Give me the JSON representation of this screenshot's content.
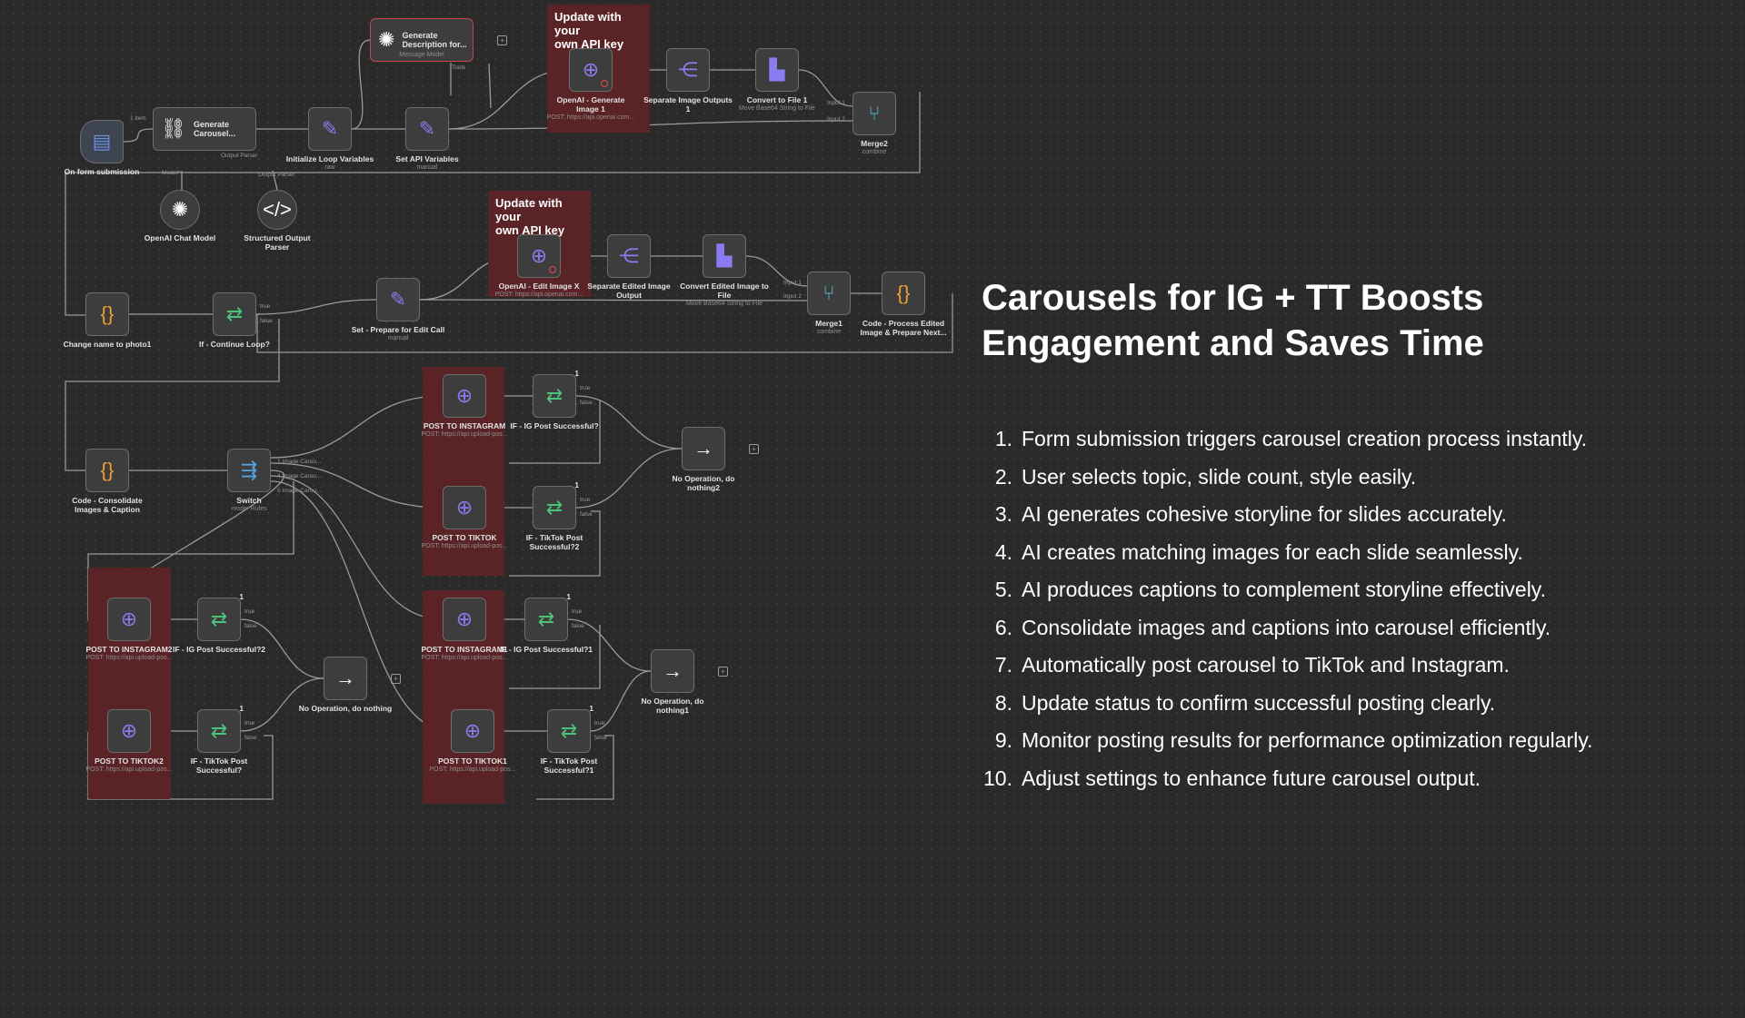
{
  "canvas": {
    "background": "#2a2a2a",
    "sticky_notes": [
      {
        "id": "s1",
        "text": "Update with your\nown API key"
      },
      {
        "id": "s2",
        "text": "Update with your\nown API key"
      },
      {
        "id": "s3",
        "text": ""
      },
      {
        "id": "s4",
        "text": ""
      },
      {
        "id": "s5",
        "text": ""
      },
      {
        "id": "s6",
        "text": ""
      }
    ],
    "nodes": [
      {
        "id": "form",
        "label": "On form submission",
        "sub": "",
        "icon": "form-icon",
        "glyph": "▤",
        "color": "#6a8ee0"
      },
      {
        "id": "gen",
        "label": "Generate\nCarousel...",
        "sub": "",
        "icon": "chain-link-icon",
        "glyph": "⛓",
        "color": "#ffffff"
      },
      {
        "id": "openai_chat",
        "label": "OpenAI Chat Model",
        "sub": "",
        "icon": "openai-icon",
        "glyph": "✺",
        "color": "#ffffff"
      },
      {
        "id": "parser",
        "label": "Structured Output\nParser",
        "sub": "",
        "icon": "code-icon",
        "glyph": "</>",
        "color": "#ffffff"
      },
      {
        "id": "init",
        "label": "Initialize Loop Variables",
        "sub": "raw",
        "icon": "pencil-icon",
        "glyph": "✎",
        "color": "#8a7cf0"
      },
      {
        "id": "desc",
        "label": "Generate\nDescription for...",
        "sub": "Message Model",
        "icon": "openai-icon",
        "glyph": "✺",
        "color": "#ffffff"
      },
      {
        "id": "setapi",
        "label": "Set API Variables",
        "sub": "manual",
        "icon": "pencil-icon",
        "glyph": "✎",
        "color": "#8a7cf0"
      },
      {
        "id": "oai_gen",
        "label": "OpenAI - Generate\nImage 1",
        "sub": "POST: https://api.openai.com...",
        "icon": "globe-icon",
        "glyph": "⊕",
        "color": "#8a7cf0"
      },
      {
        "id": "sep1",
        "label": "Separate Image Outputs\n1",
        "sub": "",
        "icon": "split-icon",
        "glyph": "⋲",
        "color": "#8a7cf0"
      },
      {
        "id": "conv1",
        "label": "Convert to File 1",
        "sub": "Move Base64 String to File",
        "icon": "file-icon",
        "glyph": "▙",
        "color": "#8a7cf0"
      },
      {
        "id": "merge2",
        "label": "Merge2",
        "sub": "combine",
        "icon": "merge-icon",
        "glyph": "⑂",
        "color": "#4fb3c8"
      },
      {
        "id": "change",
        "label": "Change name to photo1",
        "sub": "",
        "icon": "braces-icon",
        "glyph": "{}",
        "color": "#f0a030"
      },
      {
        "id": "ifcont",
        "label": "If - Continue Loop?",
        "sub": "",
        "icon": "signpost-icon",
        "glyph": "⇄",
        "color": "#4cc37a"
      },
      {
        "id": "setprep",
        "label": "Set - Prepare for Edit Call",
        "sub": "manual",
        "icon": "pencil-icon",
        "glyph": "✎",
        "color": "#8a7cf0"
      },
      {
        "id": "oai_edit",
        "label": "OpenAI - Edit Image X",
        "sub": "POST: https://api.openai.com...",
        "icon": "globe-icon",
        "glyph": "⊕",
        "color": "#8a7cf0"
      },
      {
        "id": "sep_edit",
        "label": "Separate Edited Image\nOutput",
        "sub": "",
        "icon": "split-icon",
        "glyph": "⋲",
        "color": "#8a7cf0"
      },
      {
        "id": "conv_edit",
        "label": "Convert Edited Image to\nFile",
        "sub": "Move Base64 String to File",
        "icon": "file-icon",
        "glyph": "▙",
        "color": "#8a7cf0"
      },
      {
        "id": "merge1",
        "label": "Merge1",
        "sub": "combine",
        "icon": "merge-icon",
        "glyph": "⑂",
        "color": "#4fb3c8"
      },
      {
        "id": "code_proc",
        "label": "Code - Process Edited\nImage & Prepare Next...",
        "sub": "",
        "icon": "braces-icon",
        "glyph": "{}",
        "color": "#f0a030"
      },
      {
        "id": "code_cons",
        "label": "Code - Consolidate\nImages & Caption",
        "sub": "",
        "icon": "braces-icon",
        "glyph": "{}",
        "color": "#f0a030"
      },
      {
        "id": "switch",
        "label": "Switch",
        "sub": "mode: Rules",
        "icon": "switch-icon",
        "glyph": "⇶",
        "color": "#4fa3e0"
      },
      {
        "id": "post_ig",
        "label": "POST TO INSTAGRAM",
        "sub": "POST: https://api.upload-pos...",
        "icon": "globe-icon",
        "glyph": "⊕",
        "color": "#8a7cf0"
      },
      {
        "id": "if_ig",
        "label": "IF - IG Post Successful?",
        "sub": "",
        "icon": "signpost-icon",
        "glyph": "⇄",
        "color": "#4cc37a",
        "badge": "1"
      },
      {
        "id": "post_tt",
        "label": "POST TO TIKTOK",
        "sub": "POST: https://api.upload-pos...",
        "icon": "globe-icon",
        "glyph": "⊕",
        "color": "#8a7cf0"
      },
      {
        "id": "if_tt2",
        "label": "IF - TikTok Post\nSuccessful?2",
        "sub": "",
        "icon": "signpost-icon",
        "glyph": "⇄",
        "color": "#4cc37a",
        "badge": "1"
      },
      {
        "id": "noop2",
        "label": "No Operation, do\nnothing2",
        "sub": "",
        "icon": "arrow-right-icon",
        "glyph": "→",
        "color": "#ffffff"
      },
      {
        "id": "post_ig2",
        "label": "POST TO INSTAGRAM2",
        "sub": "POST: https://api.upload-pos...",
        "icon": "globe-icon",
        "glyph": "⊕",
        "color": "#8a7cf0"
      },
      {
        "id": "if_ig2",
        "label": "IF - IG Post Successful?2",
        "sub": "",
        "icon": "signpost-icon",
        "glyph": "⇄",
        "color": "#4cc37a",
        "badge": "1"
      },
      {
        "id": "noop",
        "label": "No Operation, do nothing",
        "sub": "",
        "icon": "arrow-right-icon",
        "glyph": "→",
        "color": "#ffffff"
      },
      {
        "id": "post_tt2",
        "label": "POST TO TIKTOK2",
        "sub": "POST: https://api.upload-pos...",
        "icon": "globe-icon",
        "glyph": "⊕",
        "color": "#8a7cf0"
      },
      {
        "id": "if_tt",
        "label": "IF - TikTok Post\nSuccessful?",
        "sub": "",
        "icon": "signpost-icon",
        "glyph": "⇄",
        "color": "#4cc37a",
        "badge": "1"
      },
      {
        "id": "post_ig1",
        "label": "POST TO INSTAGRAM1",
        "sub": "POST: https://api.upload-pos...",
        "icon": "globe-icon",
        "glyph": "⊕",
        "color": "#8a7cf0"
      },
      {
        "id": "if_ig1",
        "label": "IF - IG Post Successful?1",
        "sub": "",
        "icon": "signpost-icon",
        "glyph": "⇄",
        "color": "#4cc37a",
        "badge": "1"
      },
      {
        "id": "noop1",
        "label": "No Operation, do\nnothing1",
        "sub": "",
        "icon": "arrow-right-icon",
        "glyph": "→",
        "color": "#ffffff"
      },
      {
        "id": "post_tt1",
        "label": "POST TO TIKTOK1",
        "sub": "POST: https://api.upload-pos...",
        "icon": "globe-icon",
        "glyph": "⊕",
        "color": "#8a7cf0"
      },
      {
        "id": "if_tt1",
        "label": "IF - TikTok Post\nSuccessful?1",
        "sub": "",
        "icon": "signpost-icon",
        "glyph": "⇄",
        "color": "#4cc37a",
        "badge": "1"
      }
    ],
    "edge_labels": {
      "items": "1 item",
      "model": "Model*",
      "output_parser": "Output Parser",
      "output_parser2": "Output Parser",
      "model2": "Model",
      "tools": "Tools",
      "input1": "Input 1",
      "input2": "Input 2",
      "input1b": "Input 1",
      "input2b": "Input 2",
      "true": "true",
      "false": "false",
      "route1": "1 Image Carou...",
      "route2": "4 Image Carou...",
      "route3": "5 Image Carou..."
    }
  },
  "panel": {
    "title": "Carousels for IG + TT Boosts Engagement and Saves Time",
    "steps": [
      "Form submission triggers carousel creation process instantly.",
      "User selects topic, slide count, style easily.",
      "AI generates cohesive storyline for slides accurately.",
      "AI creates matching images for each slide seamlessly.",
      "AI produces captions to complement storyline effectively.",
      "Consolidate images and captions into carousel efficiently.",
      "Automatically post carousel to TikTok and Instagram.",
      "Update status to confirm successful posting clearly.",
      "Monitor posting results for performance optimization regularly.",
      "Adjust settings to enhance future carousel output."
    ]
  }
}
